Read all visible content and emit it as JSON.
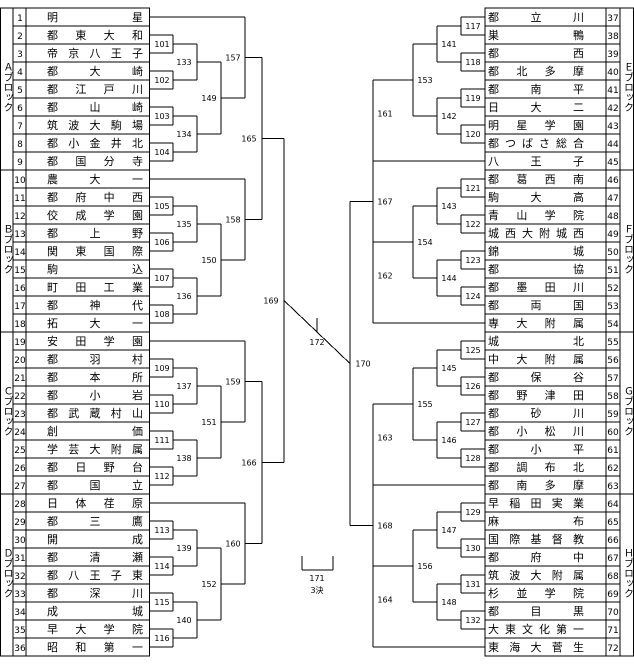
{
  "blocks": [
    {
      "side": "left",
      "label": "Ａブロック",
      "from": 1,
      "to": 9
    },
    {
      "side": "left",
      "label": "Ｂブロック",
      "from": 10,
      "to": 18
    },
    {
      "side": "left",
      "label": "Ｃブロック",
      "from": 19,
      "to": 27
    },
    {
      "side": "left",
      "label": "Ｄブロック",
      "from": 28,
      "to": 36
    },
    {
      "side": "right",
      "label": "Ｅブロック",
      "from": 37,
      "to": 45
    },
    {
      "side": "right",
      "label": "Ｆブロック",
      "from": 46,
      "to": 54
    },
    {
      "side": "right",
      "label": "Ｇブロック",
      "from": 55,
      "to": 63
    },
    {
      "side": "right",
      "label": "Ｈブロック",
      "from": 64,
      "to": 72
    }
  ],
  "teams": [
    {
      "no": "1",
      "name": "明星"
    },
    {
      "no": "2",
      "name": "都東大和"
    },
    {
      "no": "3",
      "name": "帝京八王子"
    },
    {
      "no": "4",
      "name": "都大崎"
    },
    {
      "no": "5",
      "name": "都江戸川"
    },
    {
      "no": "6",
      "name": "都山崎"
    },
    {
      "no": "7",
      "name": "筑波大駒場"
    },
    {
      "no": "8",
      "name": "都小金井北"
    },
    {
      "no": "9",
      "name": "都国分寺"
    },
    {
      "no": "10",
      "name": "農大一"
    },
    {
      "no": "11",
      "name": "都府中西"
    },
    {
      "no": "12",
      "name": "佼成学園"
    },
    {
      "no": "13",
      "name": "都上野"
    },
    {
      "no": "14",
      "name": "関東国際"
    },
    {
      "no": "15",
      "name": "駒込"
    },
    {
      "no": "16",
      "name": "町田工業"
    },
    {
      "no": "17",
      "name": "都神代"
    },
    {
      "no": "18",
      "name": "拓大一"
    },
    {
      "no": "19",
      "name": "安田学園"
    },
    {
      "no": "20",
      "name": "都羽村"
    },
    {
      "no": "21",
      "name": "都本所"
    },
    {
      "no": "22",
      "name": "都小岩"
    },
    {
      "no": "23",
      "name": "都武蔵村山"
    },
    {
      "no": "24",
      "name": "創価"
    },
    {
      "no": "25",
      "name": "学芸大附属"
    },
    {
      "no": "26",
      "name": "都日野台"
    },
    {
      "no": "27",
      "name": "都国立"
    },
    {
      "no": "28",
      "name": "日体荏原"
    },
    {
      "no": "29",
      "name": "都三鷹"
    },
    {
      "no": "30",
      "name": "開成"
    },
    {
      "no": "31",
      "name": "都清瀬"
    },
    {
      "no": "32",
      "name": "都八王子東"
    },
    {
      "no": "33",
      "name": "都深川"
    },
    {
      "no": "34",
      "name": "成城"
    },
    {
      "no": "35",
      "name": "早大学院"
    },
    {
      "no": "36",
      "name": "昭和第一"
    },
    {
      "no": "37",
      "name": "都立川"
    },
    {
      "no": "38",
      "name": "巣鴨"
    },
    {
      "no": "39",
      "name": "都西"
    },
    {
      "no": "40",
      "name": "都北多摩"
    },
    {
      "no": "41",
      "name": "都南平"
    },
    {
      "no": "42",
      "name": "日大二"
    },
    {
      "no": "43",
      "name": "明星学園"
    },
    {
      "no": "44",
      "name": "都つばさ総合"
    },
    {
      "no": "45",
      "name": "八王子"
    },
    {
      "no": "46",
      "name": "都葛西南"
    },
    {
      "no": "47",
      "name": "駒大高"
    },
    {
      "no": "48",
      "name": "青山学院"
    },
    {
      "no": "49",
      "name": "城西大附城西"
    },
    {
      "no": "50",
      "name": "錦城"
    },
    {
      "no": "51",
      "name": "都協"
    },
    {
      "no": "52",
      "name": "都墨田川"
    },
    {
      "no": "53",
      "name": "都両国"
    },
    {
      "no": "54",
      "name": "専大附属"
    },
    {
      "no": "55",
      "name": "城北"
    },
    {
      "no": "56",
      "name": "中大附属"
    },
    {
      "no": "57",
      "name": "都保谷"
    },
    {
      "no": "58",
      "name": "都野津田"
    },
    {
      "no": "59",
      "name": "都砂川"
    },
    {
      "no": "60",
      "name": "都小松川"
    },
    {
      "no": "61",
      "name": "都小平"
    },
    {
      "no": "62",
      "name": "都調布北"
    },
    {
      "no": "63",
      "name": "都南多摩"
    },
    {
      "no": "64",
      "name": "早稲田実業"
    },
    {
      "no": "65",
      "name": "麻布"
    },
    {
      "no": "66",
      "name": "国際基督教"
    },
    {
      "no": "67",
      "name": "都府中"
    },
    {
      "no": "68",
      "name": "筑波大附属"
    },
    {
      "no": "69",
      "name": "杉並学院"
    },
    {
      "no": "70",
      "name": "都目黒"
    },
    {
      "no": "71",
      "name": "大東文化第一"
    },
    {
      "no": "72",
      "name": "東海大菅生"
    }
  ],
  "matches": {
    "first_round": [
      "101",
      "102",
      "103",
      "104",
      "105",
      "106",
      "107",
      "108",
      "109",
      "110",
      "111",
      "112",
      "113",
      "114",
      "115",
      "116",
      "117",
      "118",
      "119",
      "120",
      "121",
      "122",
      "123",
      "124",
      "125",
      "126",
      "127",
      "128",
      "129",
      "130",
      "131",
      "132"
    ],
    "second_round": [
      "133",
      "134",
      "135",
      "136",
      "137",
      "138",
      "139",
      "140",
      "141",
      "142",
      "143",
      "144",
      "145",
      "146",
      "147",
      "148"
    ],
    "third_round": [
      "149",
      "150",
      "151",
      "152",
      "153",
      "154",
      "155",
      "156"
    ],
    "fourth_round": [
      "157",
      "158",
      "159",
      "160",
      "161",
      "162",
      "163",
      "164"
    ],
    "quarter_finals": [
      "165",
      "166",
      "167",
      "168"
    ],
    "semi_finals": [
      "169",
      "170"
    ],
    "final": "172",
    "third_place": "171",
    "third_place_note": "3決"
  }
}
